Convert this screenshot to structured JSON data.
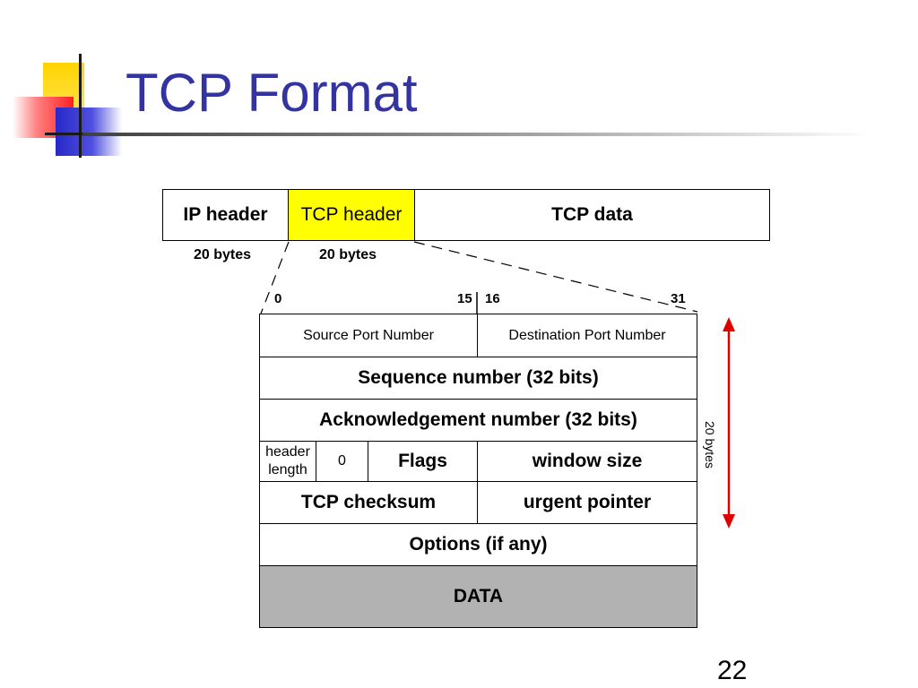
{
  "slide": {
    "title": "TCP Format",
    "page_number": "22"
  },
  "topbar": {
    "ip_header": "IP header",
    "tcp_header": "TCP header",
    "tcp_data": "TCP data",
    "ip_bytes": "20 bytes",
    "tcp_bytes": "20 bytes"
  },
  "bits": {
    "b0": "0",
    "b15": "15",
    "b16": "16",
    "b31": "31"
  },
  "header": {
    "source_port": "Source Port Number",
    "dest_port": "Destination Port Number",
    "sequence": "Sequence number (32 bits)",
    "ack": "Acknowledgement number (32 bits)",
    "header_length_1": "header",
    "header_length_2": "length",
    "zero": "0",
    "flags": "Flags",
    "window": "window size",
    "checksum": "TCP checksum",
    "urgent": "urgent pointer",
    "options": "Options (if any)",
    "data": "DATA"
  },
  "side_label": "20 bytes",
  "colors": {
    "title": "#3333a1",
    "tcp_header_fill": "#ffff00",
    "data_fill": "#b2b2b2",
    "arrow": "#e00000"
  }
}
